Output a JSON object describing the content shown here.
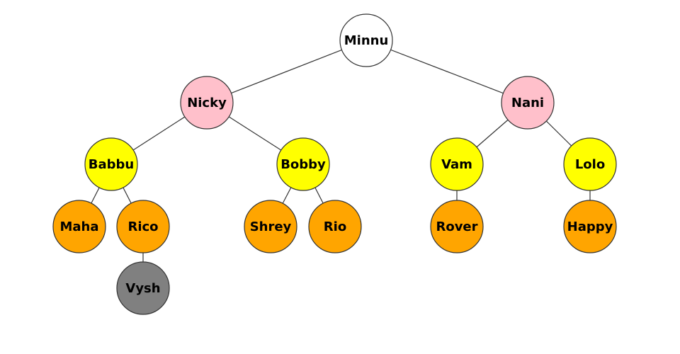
{
  "diagram": {
    "type": "tree",
    "colors": {
      "white": "#ffffff",
      "pink": "#ffc0cb",
      "yellow": "#ffff00",
      "orange": "#ffa500",
      "gray": "#808080"
    },
    "nodes": [
      {
        "id": "minnu",
        "label": "Minnu",
        "color": "white",
        "parent": null
      },
      {
        "id": "nicky",
        "label": "Nicky",
        "color": "pink",
        "parent": "minnu"
      },
      {
        "id": "nani",
        "label": "Nani",
        "color": "pink",
        "parent": "minnu"
      },
      {
        "id": "babbu",
        "label": "Babbu",
        "color": "yellow",
        "parent": "nicky"
      },
      {
        "id": "bobby",
        "label": "Bobby",
        "color": "yellow",
        "parent": "nicky"
      },
      {
        "id": "vam",
        "label": "Vam",
        "color": "yellow",
        "parent": "nani"
      },
      {
        "id": "lolo",
        "label": "Lolo",
        "color": "yellow",
        "parent": "nani"
      },
      {
        "id": "maha",
        "label": "Maha",
        "color": "orange",
        "parent": "babbu"
      },
      {
        "id": "rico",
        "label": "Rico",
        "color": "orange",
        "parent": "babbu"
      },
      {
        "id": "shrey",
        "label": "Shrey",
        "color": "orange",
        "parent": "bobby"
      },
      {
        "id": "rio",
        "label": "Rio",
        "color": "orange",
        "parent": "bobby"
      },
      {
        "id": "rover",
        "label": "Rover",
        "color": "orange",
        "parent": "vam"
      },
      {
        "id": "happy",
        "label": "Happy",
        "color": "orange",
        "parent": "lolo"
      },
      {
        "id": "vysh",
        "label": "Vysh",
        "color": "gray",
        "parent": "rico"
      }
    ]
  }
}
